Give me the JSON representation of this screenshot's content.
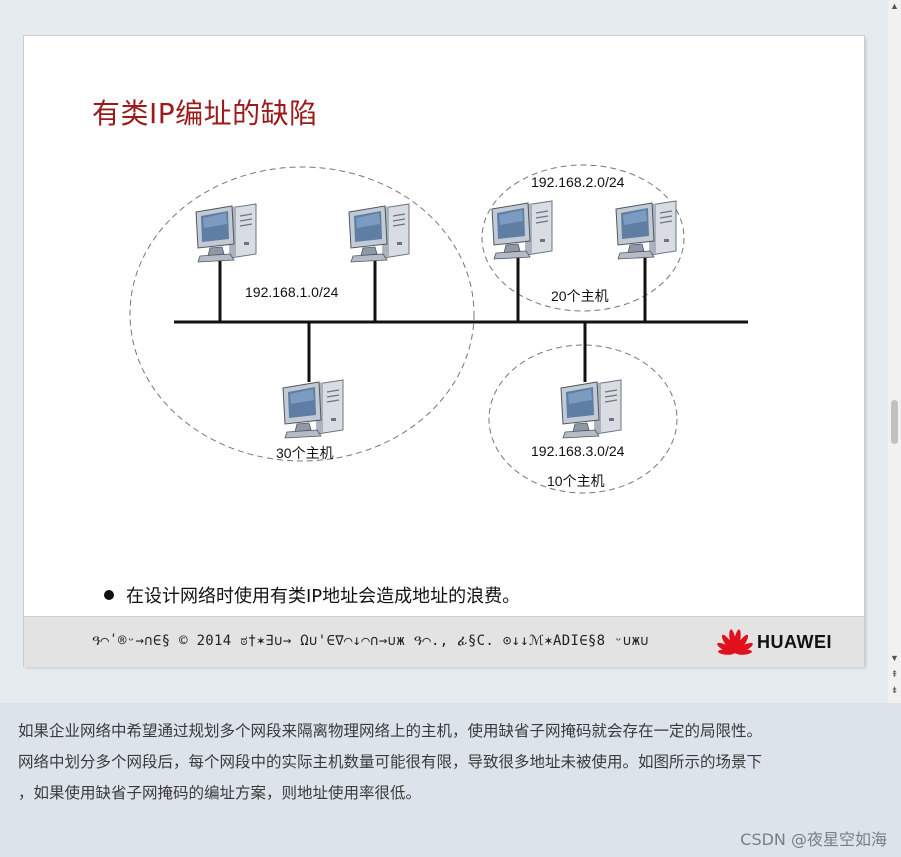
{
  "slide": {
    "title": "有类IP编址的缺陷",
    "networks": [
      {
        "address": "192.168.1.0/24",
        "hosts_label": "30个主机"
      },
      {
        "address": "192.168.2.0/24",
        "hosts_label": "20个主机"
      },
      {
        "address": "192.168.3.0/24",
        "hosts_label": "10个主机"
      }
    ],
    "bullet": "在设计网络时使用有类IP地址会造成地址的浪费。",
    "footer_copyright": "ዓ⌒ʹ®ᵕ→∩∈§ © 2014 ಠ†✶∃∪→ Ω∪'∈∇⌒↓⌒∩→∪ж ዓ⌒., ፊ§Ϲ. ⊙↓↓ℳ✶ADI∈§8 ᵕ∪ж∪",
    "brand": "HUAWEI",
    "colors": {
      "title": "#9b1b1b",
      "logo": "#e1101a"
    }
  },
  "description": {
    "lines": [
      "如果企业网络中希望通过规划多个网段来隔离物理网络上的主机，使用缺省子网掩码就会存在一定的局限性。",
      "网络中划分多个网段后，每个网段中的实际主机数量可能很有限，导致很多地址未被使用。如图所示的场景下",
      "，如果使用缺省子网掩码的编址方案，则地址使用率很低。"
    ]
  },
  "watermark": "CSDN @夜星空如海"
}
